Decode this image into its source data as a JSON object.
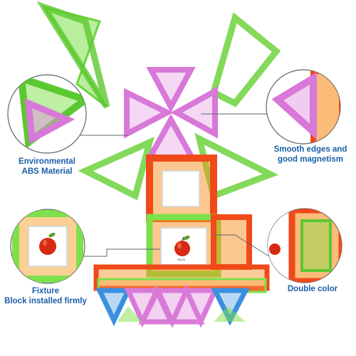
{
  "callouts": {
    "environmental": {
      "line1": "Environmental",
      "line2": "ABS Material"
    },
    "smooth": {
      "line1": "Smooth edges and",
      "line2": "good magnetism"
    },
    "fixture": {
      "line1": "Fixture",
      "line2": "Block installed firmly"
    },
    "double_color": {
      "line1": "Double color"
    }
  },
  "colors": {
    "callout_text": "#1a5fa8",
    "callout_line": "#5a6470",
    "green_tile": "#7ee04a",
    "pink_tile": "#d97ad8",
    "red_tile": "#f04a1a",
    "orange_tile": "#f7901e",
    "blue_tile": "#3a8fe0"
  },
  "icons": [
    "magnetic-tile-windmill",
    "apple-card-icon"
  ]
}
